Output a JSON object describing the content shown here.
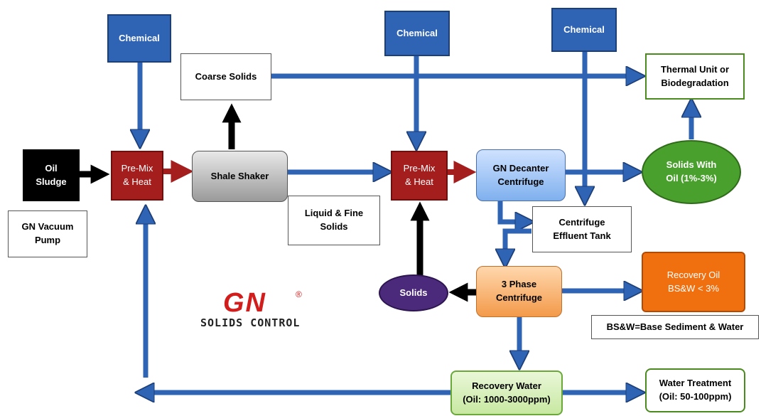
{
  "nodes": {
    "chemical_1": "Chemical",
    "chemical_2": "Chemical",
    "chemical_3": "Chemical",
    "coarse_solids": "Coarse Solids",
    "thermal_unit": [
      "Thermal Unit or",
      "Biodegradation"
    ],
    "oil_sludge": [
      "Oil",
      "Sludge"
    ],
    "gn_vacuum_pump": [
      "GN Vacuum",
      "Pump"
    ],
    "premix_heat_1": [
      "Pre-Mix",
      "& Heat"
    ],
    "shale_shaker": "Shale Shaker",
    "liquid_fine_solids": [
      "Liquid & Fine",
      "Solids"
    ],
    "premix_heat_2": [
      "Pre-Mix",
      "& Heat"
    ],
    "gn_decanter": [
      "GN Decanter",
      "Centrifuge"
    ],
    "solids_with_oil": [
      "Solids With",
      "Oil (1%-3%)"
    ],
    "effluent_tank": [
      "Centrifuge",
      "Effluent Tank"
    ],
    "recovery_oil": [
      "Recovery Oil",
      "BS&W < 3%"
    ],
    "bsw_note": "BS&W=Base Sediment & Water",
    "three_phase": [
      "3 Phase",
      "Centrifuge"
    ],
    "solids": "Solids",
    "recovery_water": [
      "Recovery Water",
      "(Oil: 1000-3000ppm)"
    ],
    "water_treatment": [
      "Water Treatment",
      "(Oil: 50-100ppm)"
    ]
  },
  "logo": {
    "brand": "GN",
    "registered": "®",
    "tagline": "SOLIDS CONTROL"
  },
  "colors": {
    "arrow_blue": "#2f63b3",
    "chemical_blue": "#2f63b3",
    "premix_red": "#a51e1e",
    "recovery_oil_orange": "#f07010",
    "solids_with_oil_green": "#4aa02c",
    "solids_purple": "#4b2a7b",
    "logo_red": "#d21d1d"
  }
}
